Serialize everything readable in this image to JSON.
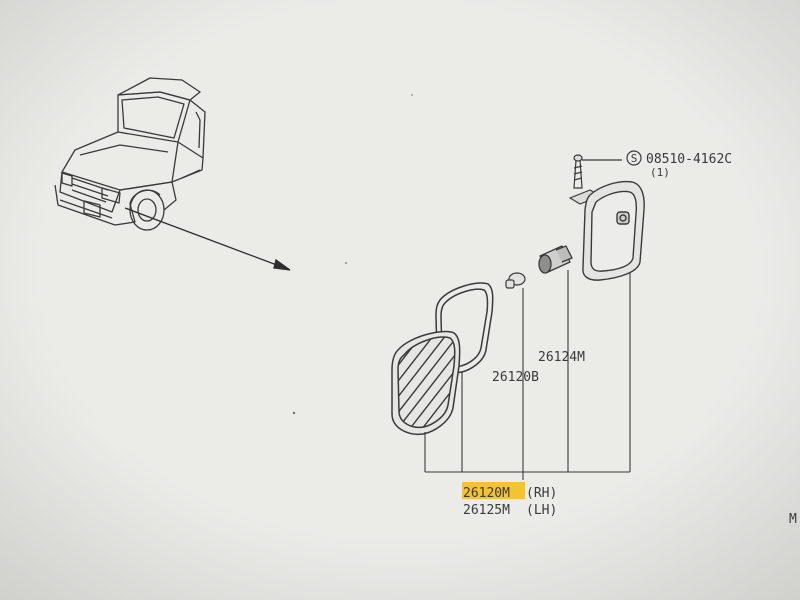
{
  "parts": {
    "screw": {
      "prefix_symbol": "S",
      "number": "08510-4162C",
      "qty": "(1)"
    },
    "housing_label": "26124M",
    "bulb_label": "26120B",
    "assembly_rh": {
      "number": "26120M",
      "side": "(RH)"
    },
    "assembly_lh": {
      "number": "26125M",
      "side": "(LH)"
    },
    "edge_fragment": "M"
  },
  "colors": {
    "paper": "#e9e9e6",
    "ink": "#3a3a3a",
    "highlight": "#f4c430"
  }
}
